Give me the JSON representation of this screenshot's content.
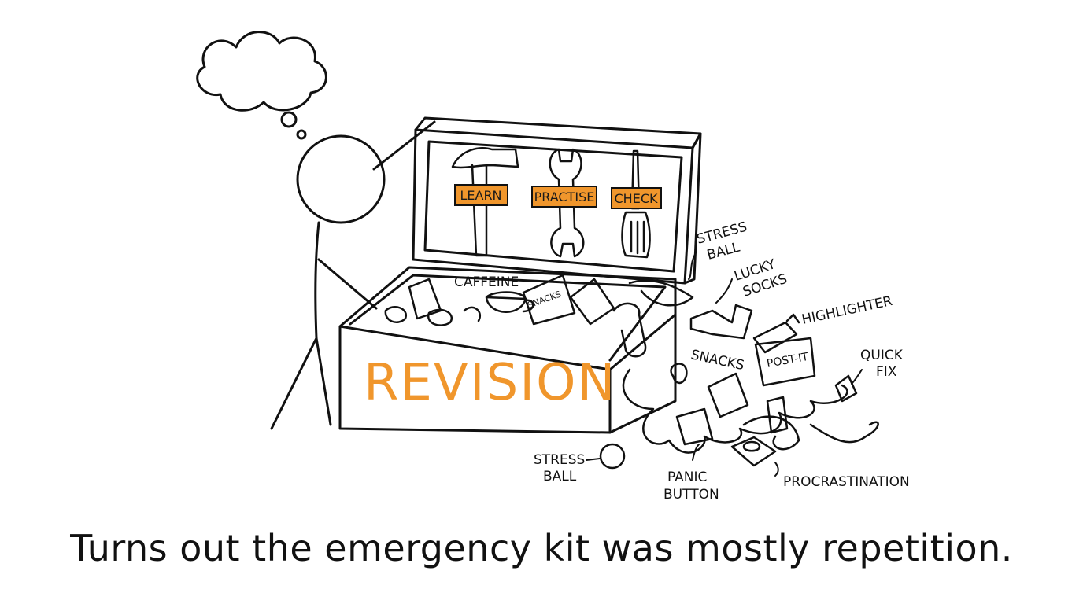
{
  "colors": {
    "ink": "#111111",
    "accent": "#f0962c"
  },
  "box": {
    "label": "REVISION"
  },
  "tools": [
    {
      "icon": "hammer-icon",
      "tag": "LEARN"
    },
    {
      "icon": "wrench-icon",
      "tag": "PRACTISE"
    },
    {
      "icon": "screwdriver-icon",
      "tag": "CHECK"
    }
  ],
  "labels": {
    "caffeine": "CAFFEINE",
    "snacks_packet": "SNACKS",
    "stress_ball_top_1": "STRESS",
    "stress_ball_top_2": "BALL",
    "lucky_socks_1": "LUCKY",
    "lucky_socks_2": "SOCKS",
    "highlighter": "HIGHLIGHTER",
    "post_it": "POST-IT",
    "quick_fix_1": "QUICK",
    "quick_fix_2": "FIX",
    "snacks": "SNACKS",
    "stress_ball_bottom_1": "STRESS",
    "stress_ball_bottom_2": "BALL",
    "panic_button_1": "PANIC",
    "panic_button_2": "BUTTON",
    "procrastination": "PROCRASTINATION"
  },
  "caption": "Turns out the emergency kit was mostly repetition."
}
